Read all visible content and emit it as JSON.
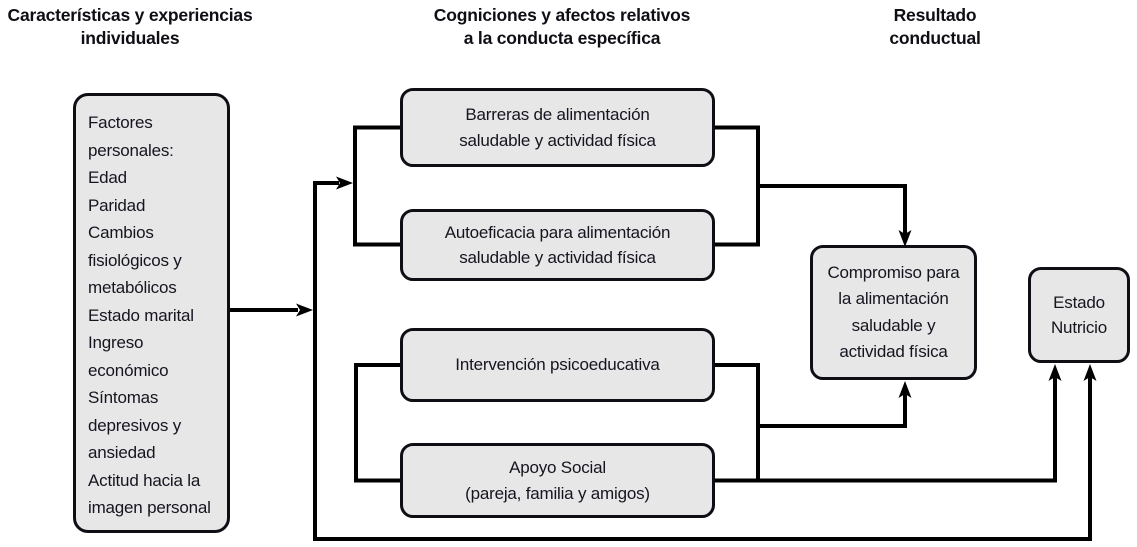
{
  "headers": {
    "col1": "Características y experiencias\nindividuales",
    "col2": "Cogniciones y afectos relativos\na la conducta específica",
    "col3": "Resultado\nconductual"
  },
  "boxes": {
    "personal_factors": "Factores\npersonales:\nEdad\nParidad\nCambios\nfisiológicos y\nmetabólicos\nEstado marital\nIngreso\neconómico\nSíntomas\ndepresivos y\nansiedad\nActitud hacia la\nimagen personal",
    "barreras": "Barreras de alimentación\nsaludable y actividad física",
    "autoeficacia": "Autoeficacia para alimentación\nsaludable y actividad física",
    "intervencion": "Intervención psicoeducativa",
    "apoyo_social": "Apoyo Social\n(pareja, familia y amigos)",
    "compromiso": "Compromiso para\nla alimentación\nsaludable y\nactividad física",
    "estado_nutricio": "Estado\nNutricio"
  },
  "colors": {
    "box_fill": "#e7e7e8",
    "box_border": "#0e0e15",
    "connector": "#000000",
    "text": "#0e0e15",
    "background": "#ffffff"
  }
}
